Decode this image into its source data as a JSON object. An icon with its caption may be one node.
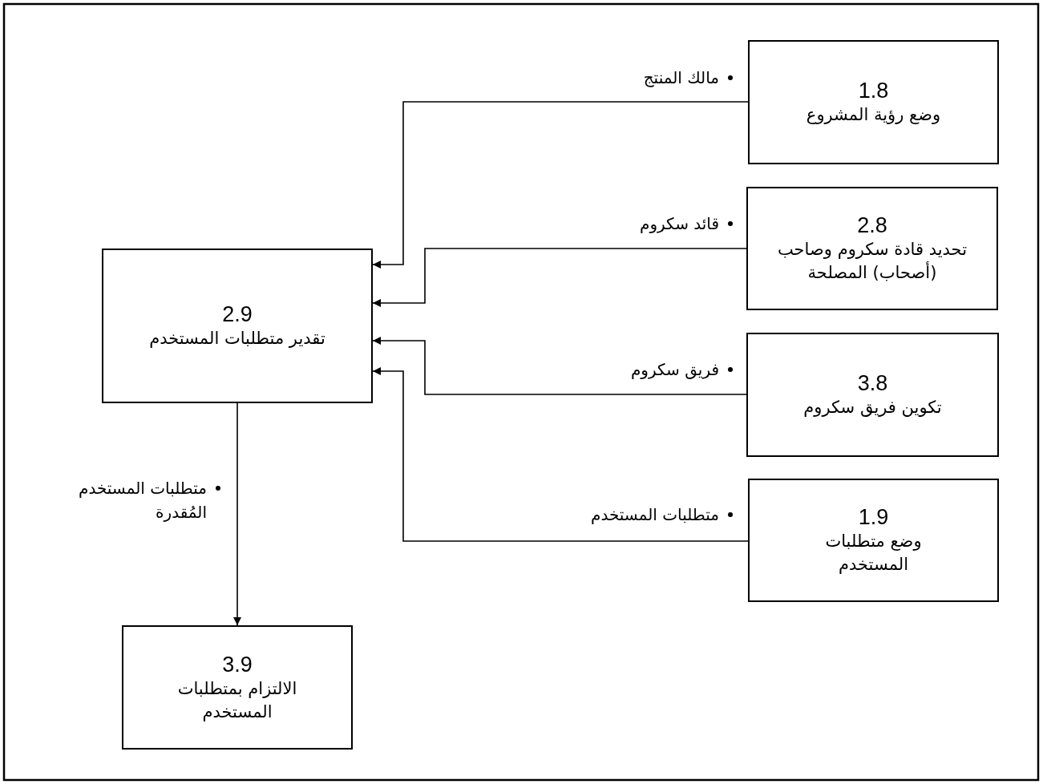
{
  "diagram": {
    "nodes": [
      {
        "text": [
          "2.9",
          "تقدير متطلبات المستخدم"
        ]
      },
      {
        "text": [
          "1.8",
          "وضع رؤية المشروع"
        ]
      },
      {
        "text": [
          "2.8",
          "تحديد قادة سكروم وصاحب (أصحاب) المصلحة"
        ]
      },
      {
        "text": [
          "3.8",
          "تكوين فريق سكروم"
        ]
      },
      {
        "text": [
          "1.9",
          "وضع متطلبات المستخدم"
        ]
      },
      {
        "text": [
          "3.9",
          "الالتزام بمتطلبات المستخدم"
        ]
      }
    ],
    "edges": [
      {
        "from": 1,
        "to": 0,
        "arrow": "to",
        "label": "مالك المنتج"
      },
      {
        "from": 2,
        "to": 0,
        "arrow": "to",
        "label": "قائد سكروم"
      },
      {
        "from": 3,
        "to": 0,
        "arrow": "to",
        "label": "فريق سكروم"
      },
      {
        "from": 4,
        "to": 0,
        "arrow": "to",
        "label": "متطلبات المستخدم"
      },
      {
        "from": 0,
        "to": 5,
        "arrow": "to",
        "label": "متطلبات المستخدم المُقدرة"
      }
    ]
  }
}
